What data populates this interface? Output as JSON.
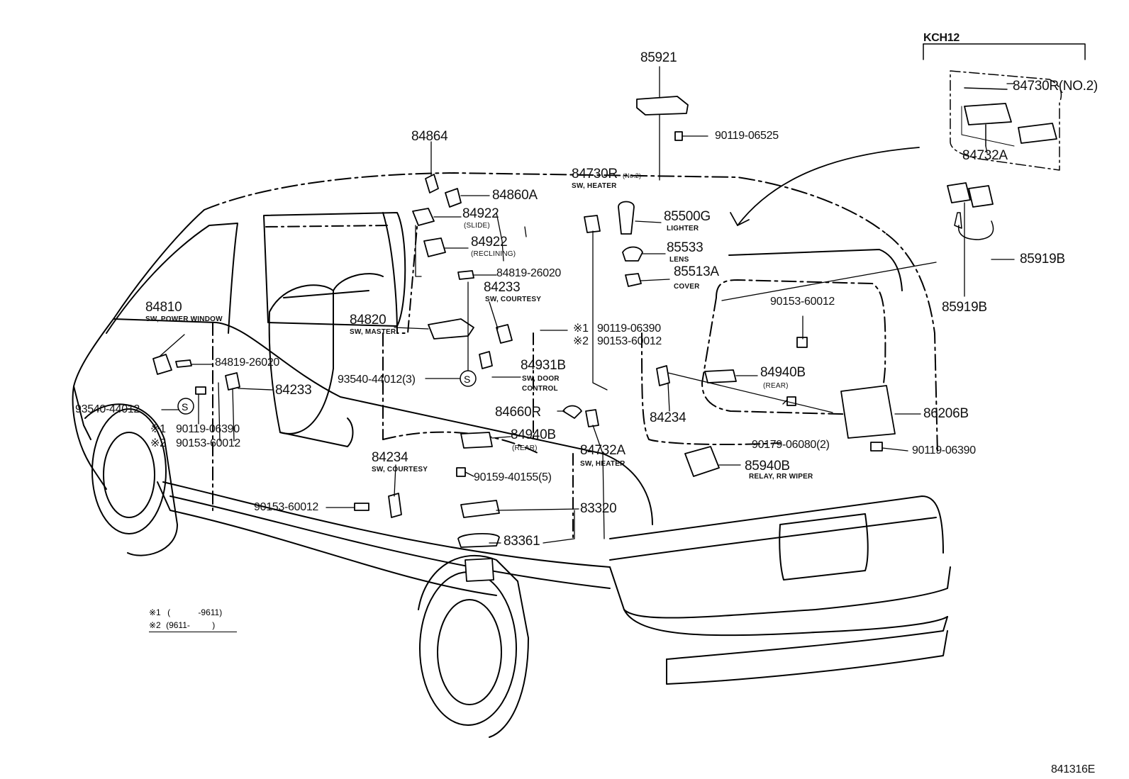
{
  "variant": "KCH12",
  "diagram_id": "841316E",
  "parts": {
    "p85921": "85921",
    "p90119_06525": "90119-06525",
    "p84730R_top": "84730R",
    "p84730R_no2_small": "(No.2)",
    "sw_heater_1": "SW, HEATER",
    "p84864": "84864",
    "p84860A": "84860A",
    "p84922a": "84922",
    "slide": "(SLIDE)",
    "p84922b": "84922",
    "reclining": "(RECLINING)",
    "p84819_top": "84819-26020",
    "p84233_top": "84233",
    "sw_courtesy_1": "SW, COURTESY",
    "p84820": "84820",
    "sw_master": "SW, MASTER",
    "p84810": "84810",
    "sw_power_window": "SW, POWER WINDOW",
    "p84819_left": "84819-26020",
    "p84233_left": "84233",
    "p93540_left": "93540-44012",
    "mark1_left": "※1",
    "p90119_06390_left": "90119-06390",
    "mark2_left": "※2",
    "p90153_60012_left": "90153-60012",
    "mark1_mid": "※1",
    "p90119_06390_mid": "90119-06390",
    "mark2_mid": "※2",
    "p90153_60012_mid": "90153-60012",
    "p93540_mid": "93540-44012(3)",
    "p84931B": "84931B",
    "sw_door": "SW, DOOR",
    "control": "CONTROL",
    "p84660R": "84660R",
    "p84940B_a": "84940B",
    "rear_a": "(REAR)",
    "p84732A_mid": "84732A",
    "sw_heater_2": "SW, HEATER",
    "p84234_mid": "84234",
    "sw_courtesy_2": "SW, COURTESY",
    "p90159": "90159-40155(5)",
    "p90153_60012_low": "90153-60012",
    "p83320": "83320",
    "p83361": "83361",
    "p85500G": "85500G",
    "lighter": "LIGHTER",
    "p85533": "85533",
    "lens": "LENS",
    "p85513A": "85513A",
    "cover": "COVER",
    "p90153_60012_right": "90153-60012",
    "p84940B_b": "84940B",
    "rear_b": "(REAR)",
    "p84234_right": "84234",
    "p86206B": "86206B",
    "p90179": "90179-06080(2)",
    "p90119_06390_right": "90119-06390",
    "p85940B": "85940B",
    "relay_rr_wiper": "RELAY, RR WIPER",
    "p85919B_a": "85919B",
    "p85919B_b": "85919B",
    "p84730R_inset": "84730R(NO.2)",
    "p84732A_inset": "84732A",
    "s_symbol": "S"
  },
  "legend": {
    "mark1": "※1",
    "range1_open": "(",
    "range1_end": "-9611)",
    "mark2": "※2",
    "range2": "(9611-",
    "range2_close": ")"
  }
}
